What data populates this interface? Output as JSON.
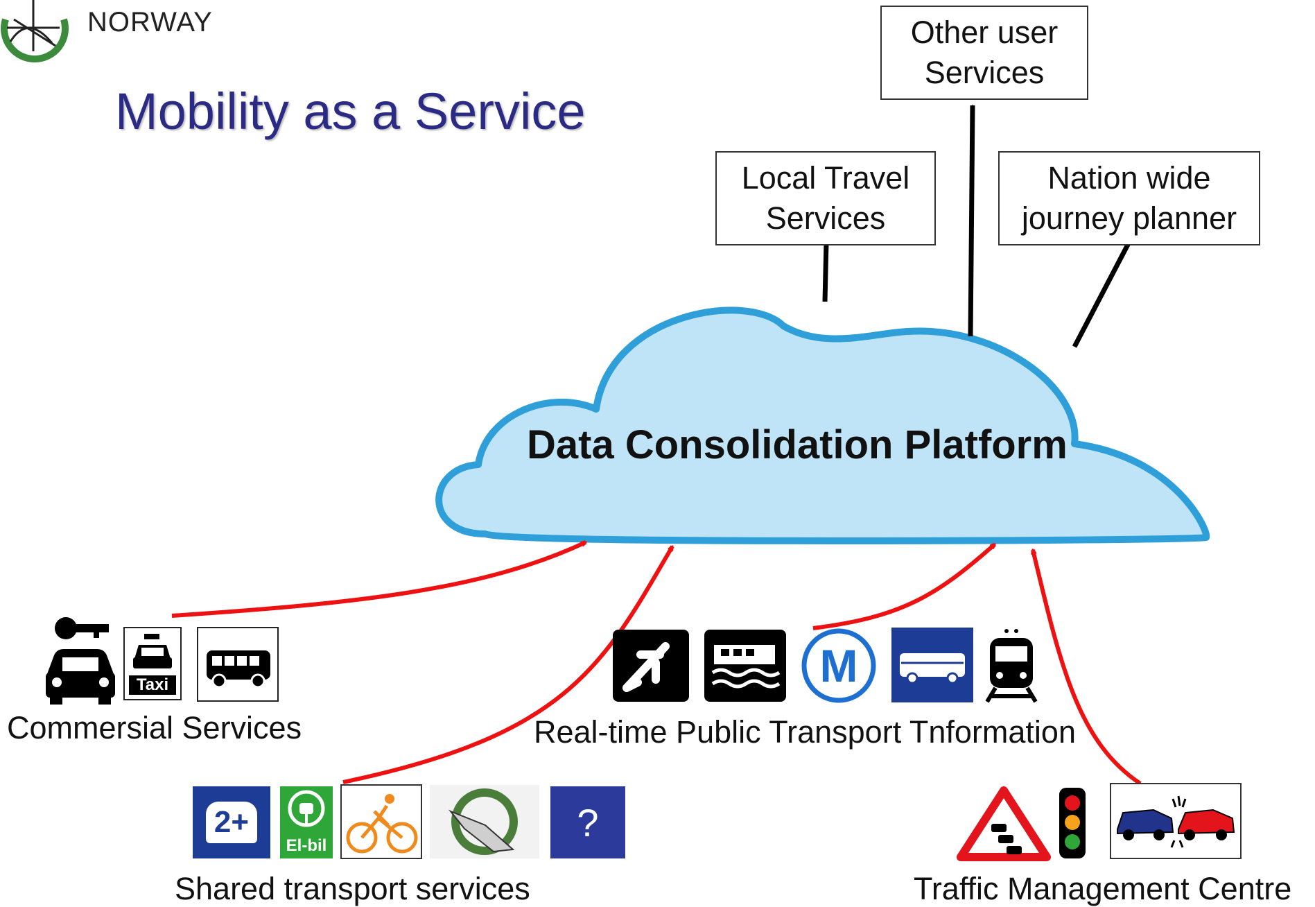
{
  "logo": {
    "text": "NORWAY"
  },
  "title": "Mobility as a Service",
  "platform": {
    "label": "Data Consolidation Platform"
  },
  "outputs": {
    "other": {
      "line1": "Other user",
      "line2": "Services"
    },
    "local": {
      "line1": "Local Travel",
      "line2": "Services"
    },
    "nation": {
      "line1": "Nation wide",
      "line2": "journey planner"
    }
  },
  "groups": {
    "commercial": "Commersial Services",
    "public": "Real-time Public Transport Tnformation",
    "shared": "Shared transport services",
    "traffic": "Traffic Management Centre"
  },
  "icons": {
    "taxi_label": "Taxi",
    "carpool_label": "2+",
    "elbil_label": "El-bil",
    "metro_label": "M",
    "unknown_label": "?"
  },
  "colors": {
    "title": "#2b2b85",
    "cloud_fill": "#bfe4f8",
    "cloud_stroke": "#2e9fd9",
    "input_arrow": "#ee1111",
    "output_arrow": "#000000",
    "sign_blue": "#1d3c96"
  }
}
